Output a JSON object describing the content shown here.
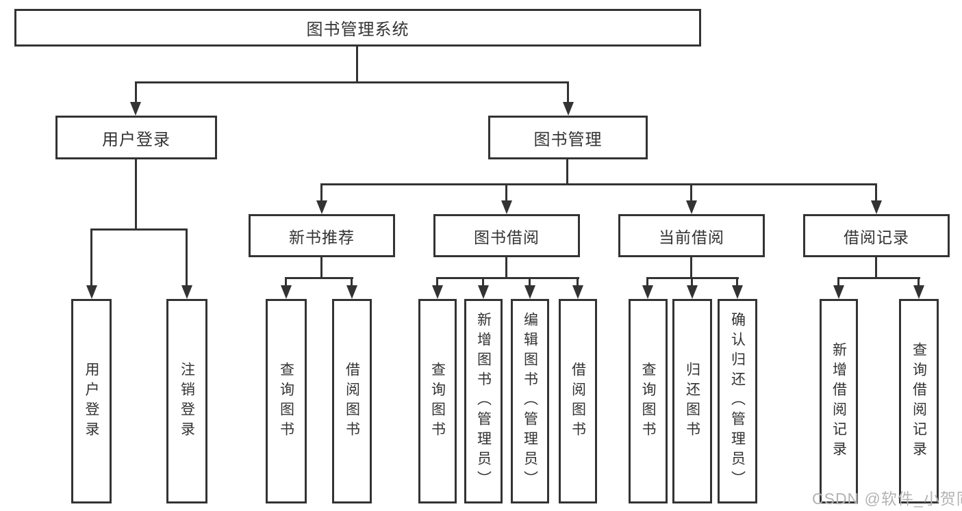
{
  "diagram_title": "图书管理系统",
  "tree": {
    "label": "图书管理系统",
    "children": [
      {
        "label": "用户登录",
        "children": [
          {
            "label": "用户登录"
          },
          {
            "label": "注销登录"
          }
        ]
      },
      {
        "label": "图书管理",
        "children": [
          {
            "label": "新书推荐",
            "children": [
              {
                "label": "查询图书"
              },
              {
                "label": "借阅图书"
              }
            ]
          },
          {
            "label": "图书借阅",
            "children": [
              {
                "label": "查询图书"
              },
              {
                "label": "新增图书（管理员）"
              },
              {
                "label": "编辑图书（管理员）"
              },
              {
                "label": "借阅图书"
              }
            ]
          },
          {
            "label": "当前借阅",
            "children": [
              {
                "label": "查询图书"
              },
              {
                "label": "归还图书"
              },
              {
                "label": "确认归还（管理员）"
              }
            ]
          },
          {
            "label": "借阅记录",
            "children": [
              {
                "label": "新增借阅记录"
              },
              {
                "label": "查询借阅记录"
              }
            ]
          }
        ]
      }
    ]
  },
  "watermark": {
    "text": "CSDN @软件_小贺同学"
  },
  "colors": {
    "background": "#ffffff",
    "box_border": "#333333",
    "connector_line": "#333333",
    "text": "#333333",
    "watermark": "#b3b3b3"
  }
}
